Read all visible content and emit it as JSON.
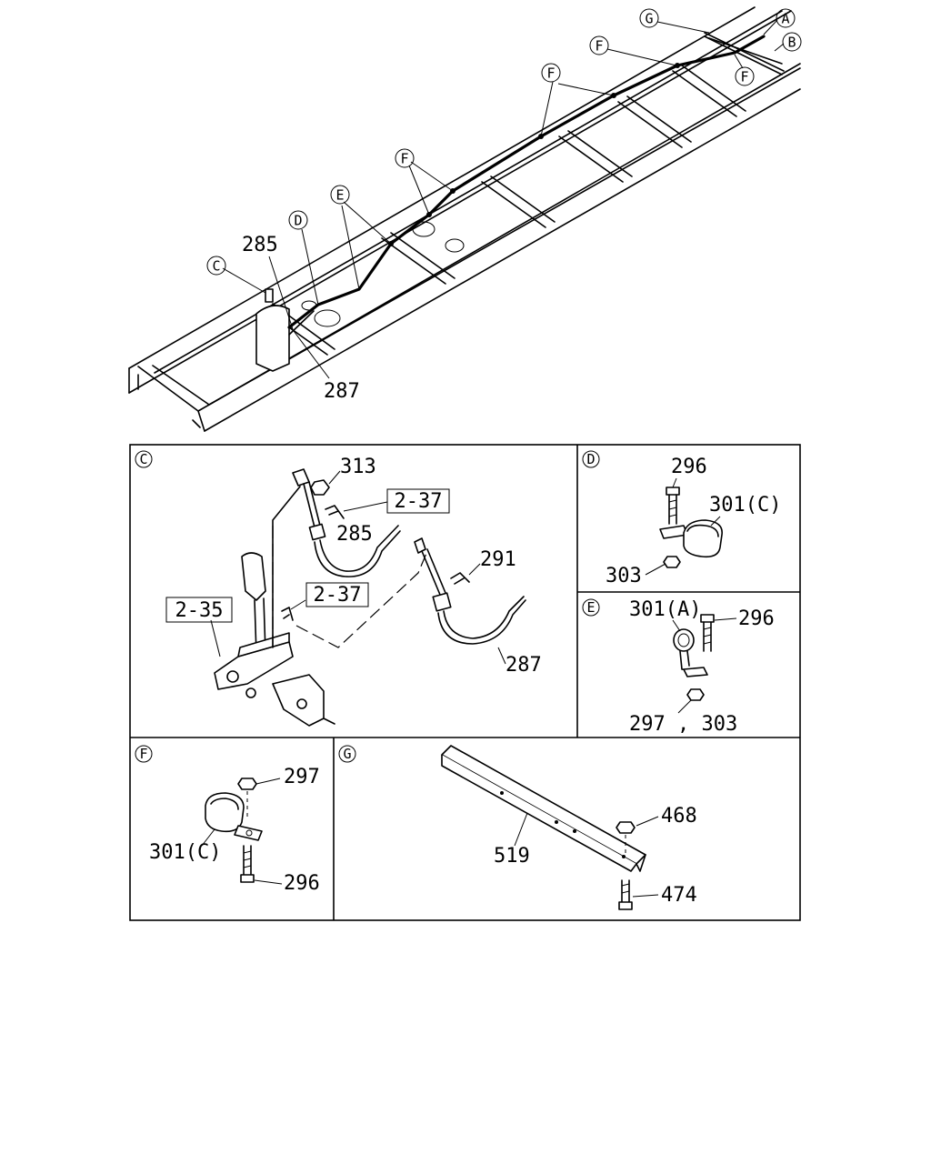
{
  "overview": {
    "callouts": [
      "G",
      "A",
      "B",
      "F",
      "F",
      "F",
      "F",
      "E",
      "D",
      "C"
    ],
    "part_numbers": [
      "285",
      "287"
    ]
  },
  "panels": {
    "C": {
      "letter": "C",
      "refs": [
        "2-37",
        "2-37",
        "2-35"
      ],
      "parts": [
        "313",
        "285",
        "291",
        "287"
      ]
    },
    "D": {
      "letter": "D",
      "parts": [
        "296",
        "301(C)",
        "303"
      ]
    },
    "E": {
      "letter": "E",
      "parts": [
        "301(A)",
        "296",
        "297 , 303"
      ]
    },
    "F": {
      "letter": "F",
      "parts": [
        "297",
        "301(C)",
        "296"
      ]
    },
    "G": {
      "letter": "G",
      "parts": [
        "468",
        "519",
        "474"
      ]
    }
  }
}
